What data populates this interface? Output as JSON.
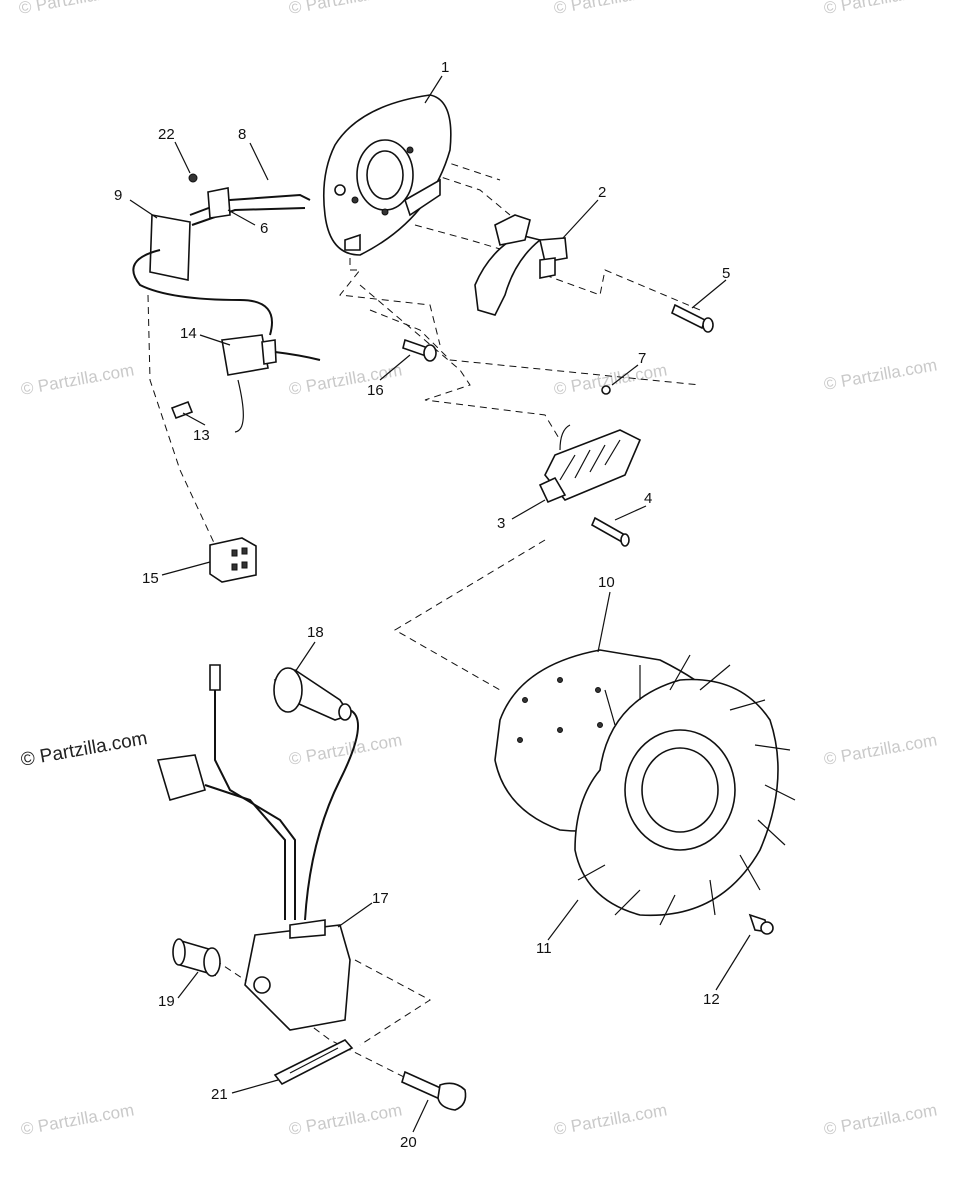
{
  "watermarks": {
    "copyright_text": "© Partzilla.com",
    "main_text": "© Partzilla.com"
  },
  "callouts": {
    "c1": "1",
    "c2": "2",
    "c3": "3",
    "c4": "4",
    "c5": "5",
    "c6": "6",
    "c7": "7",
    "c8": "8",
    "c9": "9",
    "c10": "10",
    "c11": "11",
    "c12": "12",
    "c13": "13",
    "c14": "14",
    "c15": "15",
    "c16": "16",
    "c17": "17",
    "c18": "18",
    "c19": "19",
    "c20": "20",
    "c21": "21",
    "c22": "22"
  }
}
